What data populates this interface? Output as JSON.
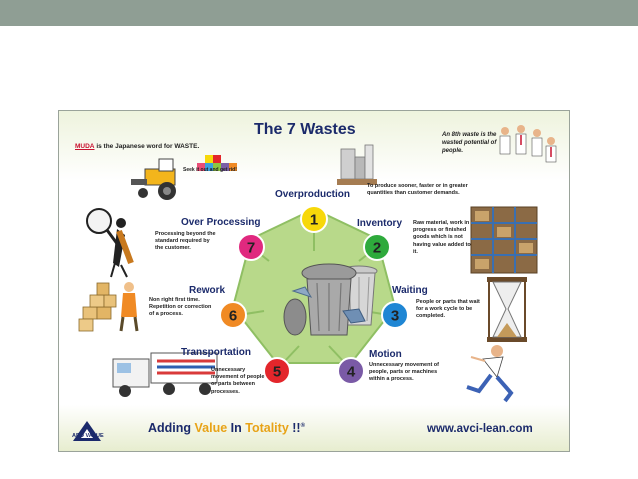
{
  "title": "The 7 Wastes",
  "muda": {
    "highlight": "MUDA",
    "rest": "is the Japanese word for WASTE."
  },
  "eighth_waste": "An 8th waste is the wasted potential of people.",
  "seek": "Seek it out and get rid!",
  "wastes": [
    {
      "number": "1",
      "name": "Overproduction",
      "description": "To produce sooner, faster or in greater quantities than customer demands.",
      "color": "#f7d80a"
    },
    {
      "number": "2",
      "name": "Inventory",
      "description": "Raw material, work in progress or finished goods which is not having value added to it.",
      "color": "#2eaa3c"
    },
    {
      "number": "3",
      "name": "Waiting",
      "description": "People or parts that wait for a work cycle to be completed.",
      "color": "#1f86d4"
    },
    {
      "number": "4",
      "name": "Motion",
      "description": "Unnecessary movement of people, parts or machines within a process.",
      "color": "#7a5aa6"
    },
    {
      "number": "5",
      "name": "Transportation",
      "description": "Unnecessary movement of people or parts between processes.",
      "color": "#e3262b"
    },
    {
      "number": "6",
      "name": "Rework",
      "description": "Non right first time. Repetition or correction of a process.",
      "color": "#f08a24"
    },
    {
      "number": "7",
      "name": "Over Processing",
      "description": "Processing beyond the standard required by the customer.",
      "color": "#e0297f"
    }
  ],
  "tagline": {
    "p1": "Adding ",
    "p2": "Value",
    "p3": " In ",
    "p4": "Totality",
    "p5": " !!",
    "mark": "®"
  },
  "url": "www.avci-lean.com",
  "logo_text": "ADD VALUE"
}
